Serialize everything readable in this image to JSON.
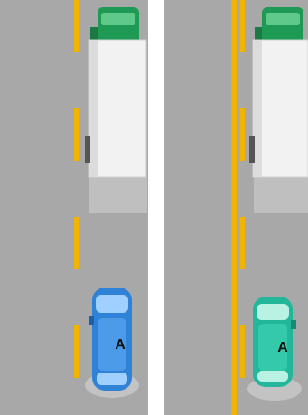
{
  "panels": [
    {
      "id": "left",
      "center_line": "broken-yellow",
      "car_label": "A",
      "car_color": "#2f82d6",
      "truck_cab_color": "#1f9a55"
    },
    {
      "id": "right",
      "center_line": "solid-yellow",
      "car_label": "A",
      "car_color": "#22b79b",
      "truck_cab_color": "#1f9a55"
    }
  ],
  "colors": {
    "road": "#a8a8a8",
    "divider": "#ffffff",
    "line_yellow": "#f0b400",
    "truck_box": "#f2f2f2",
    "shadow": "#888888"
  }
}
